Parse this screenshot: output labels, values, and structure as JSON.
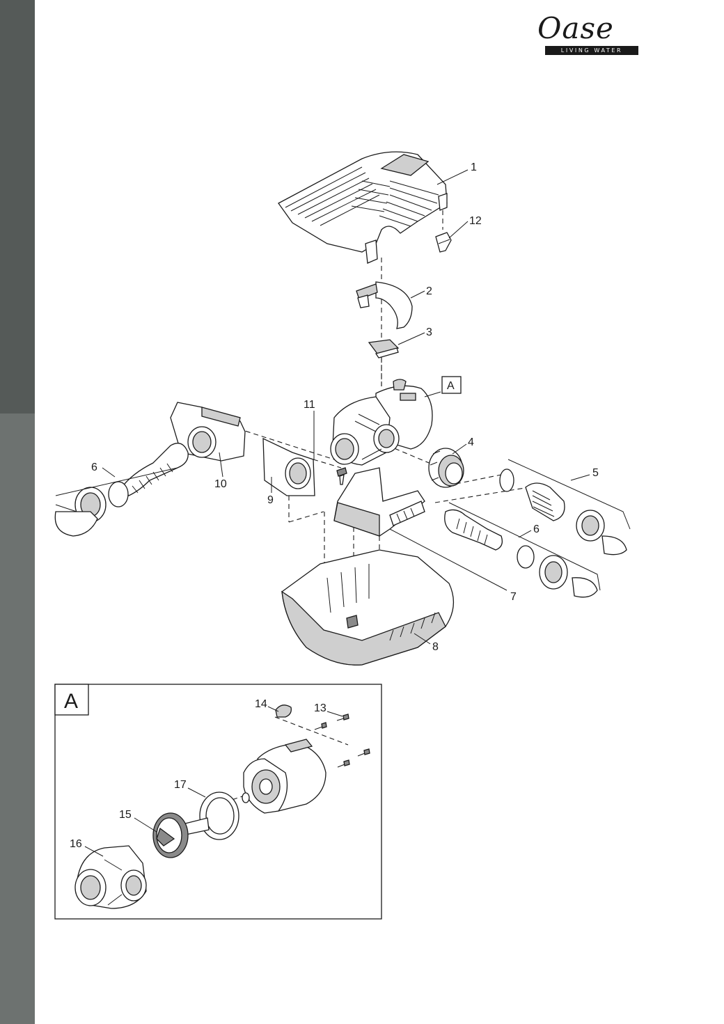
{
  "brand": {
    "logo_text": "Oase",
    "tagline": "LIVING WATER"
  },
  "colors": {
    "sidebar_top": "#555a58",
    "sidebar_bottom": "#6d7270",
    "line": "#1a1a1a",
    "part_shade": "#cfcfcf"
  },
  "diagram": {
    "callouts": {
      "c1": "1",
      "c2": "2",
      "c3": "3",
      "c4": "4",
      "c5": "5",
      "c6a": "6",
      "c6b": "6",
      "c7": "7",
      "c8": "8",
      "c9": "9",
      "c10": "10",
      "c11": "11",
      "c12": "12",
      "c13": "13",
      "c14": "14",
      "c15": "15",
      "c16": "16",
      "c17": "17"
    },
    "module_tag": "A",
    "detail_tag": "A"
  }
}
